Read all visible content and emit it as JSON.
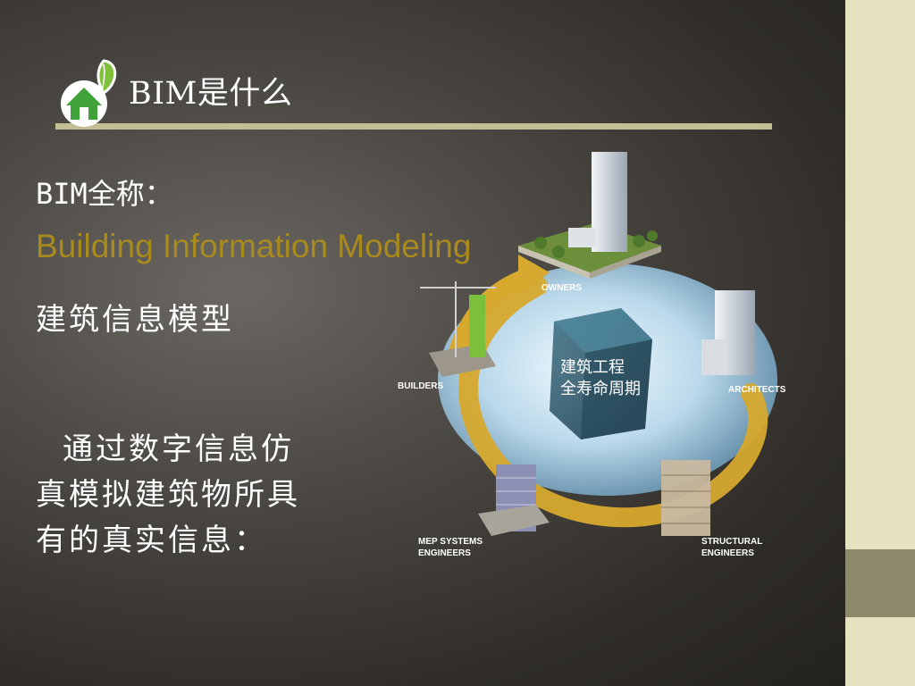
{
  "slide": {
    "title": "BIM是什么",
    "label": "BIM全称：",
    "english_name": "Building Information Modeling",
    "chinese_name": "建筑信息模型",
    "description_lines": [
      "通过数字信息仿",
      "真模拟建筑物所具",
      "有的真实信息："
    ]
  },
  "diagram": {
    "center_lines": [
      "建筑工程",
      "全寿命周期"
    ],
    "labels": {
      "owners": "OWNERS",
      "architects": "ARCHITECTS",
      "structural": [
        "STRUCTURAL",
        "ENGINEERS"
      ],
      "mep": [
        "MEP SYSTEMS",
        "ENGINEERS"
      ],
      "builders": "BUILDERS"
    }
  },
  "colors": {
    "accent_gold": "#a98a1d",
    "rule": "#c3be93",
    "side_strip": "#e6e1bf",
    "side_band": "#8d8a6e",
    "arrow_gold": "#d7a92e"
  },
  "icons": {
    "logo": "green-leaf-house-icon"
  }
}
